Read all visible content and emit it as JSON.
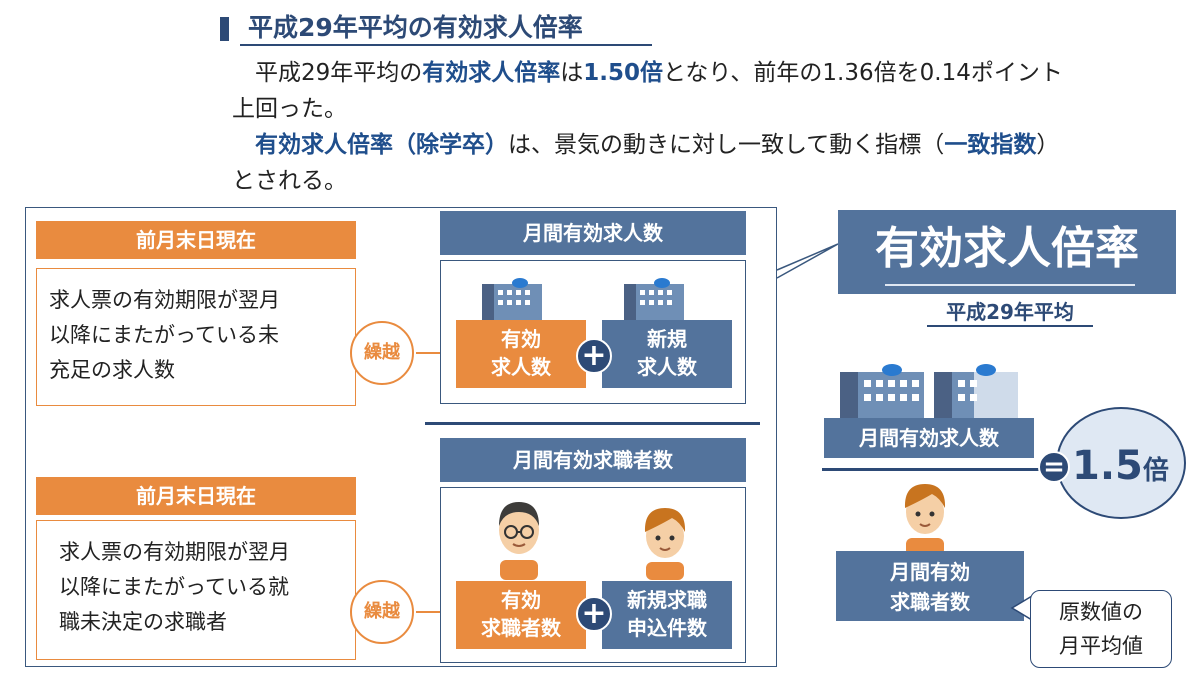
{
  "heading": "平成29年平均の有効求人倍率",
  "paragraph1": {
    "a": "平成29年平均の",
    "b": "有効求人倍率",
    "c": "は",
    "d": "1.50倍",
    "e": "となり、前年の1.36倍を0.14ポイント",
    "f": "上回った。"
  },
  "paragraph2": {
    "a": "有効求人倍率（除学卒）",
    "b": "は、景気の動きに対し一致して動く指標（",
    "c": "一致指数",
    "d": "）",
    "e": "とされる。"
  },
  "left_top": {
    "header": "前月末日現在",
    "text_lines": [
      "求人票の有効期限が翌月",
      "以降にまたがっている未",
      "充足の求人数"
    ],
    "carry": "繰越",
    "right_header": "月間有効求人数",
    "tile1": [
      "有効",
      "求人数"
    ],
    "tile2": [
      "新規",
      "求人数"
    ]
  },
  "left_bottom": {
    "header": "前月末日現在",
    "text_lines": [
      "求人票の有効期限が翌月",
      "以降にまたがっている就",
      "職未決定の求職者"
    ],
    "carry": "繰越",
    "right_header": "月間有効求職者数",
    "tile1": [
      "有効",
      "求職者数"
    ],
    "tile2": [
      "新規求職",
      "申込件数"
    ]
  },
  "right": {
    "title": "有効求人倍率",
    "year": "平成29年平均",
    "numerator": "月間有効求人数",
    "denominator": [
      "月間有効",
      "求職者数"
    ],
    "equals": "=",
    "result": "1.5",
    "result_unit": "倍",
    "note": [
      "原数値の",
      "月平均値"
    ]
  },
  "colors": {
    "navy": "#2d4a76",
    "slate_blue": "#53739c",
    "orange": "#e98b3f"
  }
}
